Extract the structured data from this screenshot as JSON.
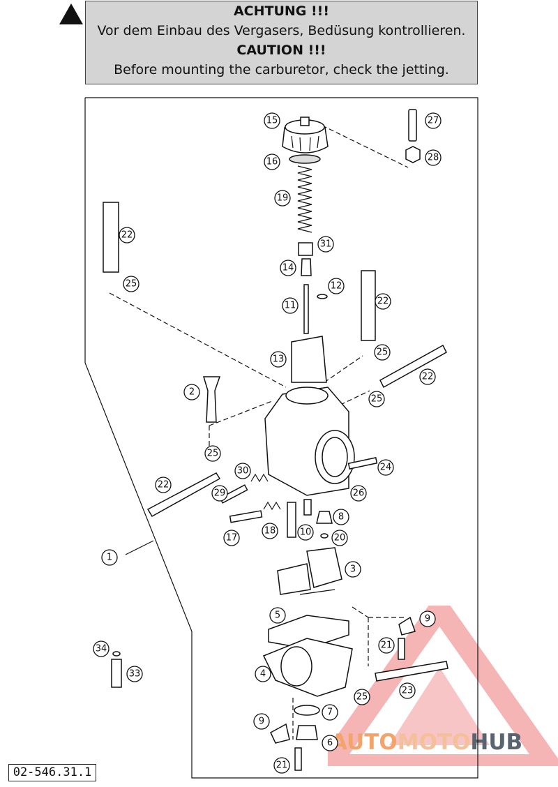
{
  "warning": {
    "de_title": "ACHTUNG !!!",
    "de_text": "Vor dem Einbau des Vergasers, Bedüsung kontrollieren.",
    "en_title": "CAUTION !!!",
    "en_text": "Before mounting the carburetor, check the jetting."
  },
  "figure_code": "02-546.31.1",
  "watermark": {
    "part1": "AUTO",
    "part2": "MOTO",
    "part3": "HUB",
    "accent": "#e85a5a"
  },
  "callouts": [
    {
      "id": "c15",
      "label": "15"
    },
    {
      "id": "c16",
      "label": "16"
    },
    {
      "id": "c19",
      "label": "19"
    },
    {
      "id": "c27",
      "label": "27"
    },
    {
      "id": "c28",
      "label": "28"
    },
    {
      "id": "c22a",
      "label": "22"
    },
    {
      "id": "c25a",
      "label": "25"
    },
    {
      "id": "c31",
      "label": "31"
    },
    {
      "id": "c14",
      "label": "14"
    },
    {
      "id": "c12",
      "label": "12"
    },
    {
      "id": "c11",
      "label": "11"
    },
    {
      "id": "c22b",
      "label": "22"
    },
    {
      "id": "c25b",
      "label": "25"
    },
    {
      "id": "c13",
      "label": "13"
    },
    {
      "id": "c22c",
      "label": "22"
    },
    {
      "id": "c25c",
      "label": "25"
    },
    {
      "id": "c2",
      "label": "2"
    },
    {
      "id": "c25d",
      "label": "25"
    },
    {
      "id": "c30",
      "label": "30"
    },
    {
      "id": "c24",
      "label": "24"
    },
    {
      "id": "c22d",
      "label": "22"
    },
    {
      "id": "c29",
      "label": "29"
    },
    {
      "id": "c26",
      "label": "26"
    },
    {
      "id": "c18",
      "label": "18"
    },
    {
      "id": "c8",
      "label": "8"
    },
    {
      "id": "c17",
      "label": "17"
    },
    {
      "id": "c10",
      "label": "10"
    },
    {
      "id": "c20",
      "label": "20"
    },
    {
      "id": "c1",
      "label": "1"
    },
    {
      "id": "c3",
      "label": "3"
    },
    {
      "id": "c5",
      "label": "5"
    },
    {
      "id": "c9a",
      "label": "9"
    },
    {
      "id": "c21a",
      "label": "21"
    },
    {
      "id": "c34",
      "label": "34"
    },
    {
      "id": "c33",
      "label": "33"
    },
    {
      "id": "c4",
      "label": "4"
    },
    {
      "id": "c23",
      "label": "23"
    },
    {
      "id": "c25e",
      "label": "25"
    },
    {
      "id": "c7",
      "label": "7"
    },
    {
      "id": "c9b",
      "label": "9"
    },
    {
      "id": "c6",
      "label": "6"
    },
    {
      "id": "c21b",
      "label": "21"
    }
  ]
}
